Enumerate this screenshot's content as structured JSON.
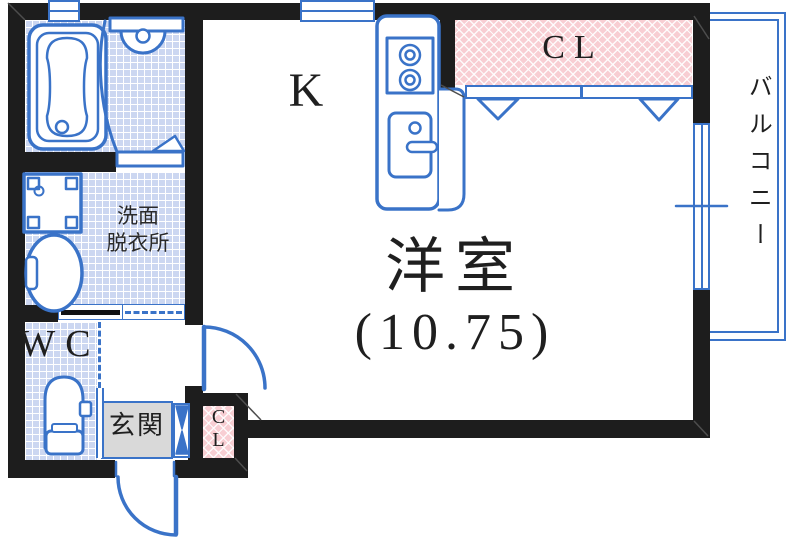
{
  "rooms": {
    "kitchen": {
      "label": "K"
    },
    "closet_top": {
      "label": "CL"
    },
    "main_room": {
      "name": "洋室",
      "size": "(10.75)"
    },
    "balcony": {
      "label": "バルコニー"
    },
    "washroom": {
      "line1": "洗面",
      "line2": "脱衣所"
    },
    "wc": {
      "label": "WC"
    },
    "entrance": {
      "label": "玄関"
    },
    "closet_entrance": {
      "line1": "C",
      "line2": "L"
    }
  },
  "fixtures": [
    "bathtub-icon",
    "bath-basin-icon",
    "shower-door-curve",
    "washer-pan-icon",
    "washbasin-icon",
    "toilet-icon",
    "kitchen-counter",
    "stove-icon",
    "kitchen-sink-icon",
    "closet-door-triangles",
    "genkan-bifold-door",
    "room-door-swing",
    "entrance-door-swing",
    "balcony-window"
  ],
  "colors": {
    "line_blue": "#3a73c8",
    "wall_black": "#1d1d1d",
    "tile_blue": "#ccd7f1",
    "closet_pink": "#f8ced3",
    "entrance_gray": "#d9d9d9",
    "text": "#1f1f1f"
  }
}
